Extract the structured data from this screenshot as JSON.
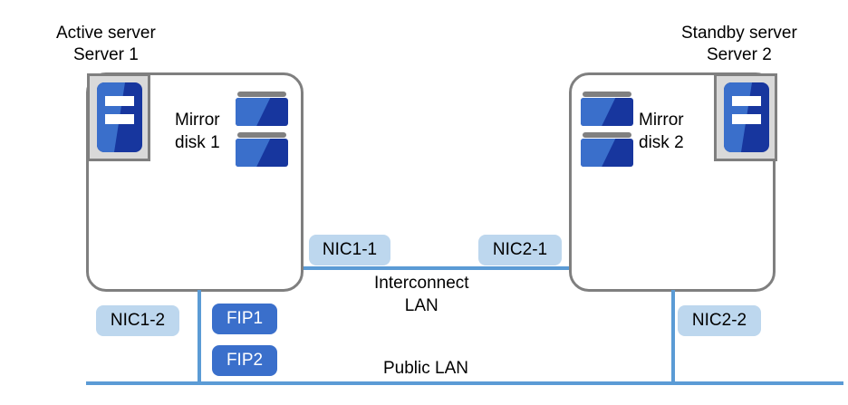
{
  "diagram": {
    "title_left_line1": "Active server",
    "title_left_line2": "Server 1",
    "title_right_line1": "Standby server",
    "title_right_line2": "Server 2",
    "server_left": {
      "icon": "server-computer-icon",
      "disk_label_line1": "Mirror",
      "disk_label_line2": "disk 1",
      "disk_icon": "mirror-disk-icon"
    },
    "server_right": {
      "icon": "server-computer-icon",
      "disk_label_line1": "Mirror",
      "disk_label_line2": "disk 2",
      "disk_icon": "mirror-disk-icon"
    },
    "nics": {
      "nic_1_1": "NIC1-1",
      "nic_2_1": "NIC2-1",
      "nic_1_2": "NIC1-2",
      "nic_2_2": "NIC2-2"
    },
    "fips": {
      "fip_1": "FIP1",
      "fip_2": "FIP2"
    },
    "networks": {
      "interconnect_line1": "Interconnect",
      "interconnect_line2": "LAN",
      "public": "Public  LAN"
    },
    "colors": {
      "nic_chip_fill": "#bdd7ee",
      "fip_chip_fill": "#3a6fcb",
      "network_line": "#5b9bd5",
      "enclosure_border": "#7f7f7f",
      "icon_blue_light": "#3a6fcb",
      "icon_blue_dark": "#17369e",
      "disk_cap_gray": "#808080",
      "icon_frame_fill": "#d9d9d9",
      "text": "#000000",
      "background": "#ffffff"
    }
  }
}
